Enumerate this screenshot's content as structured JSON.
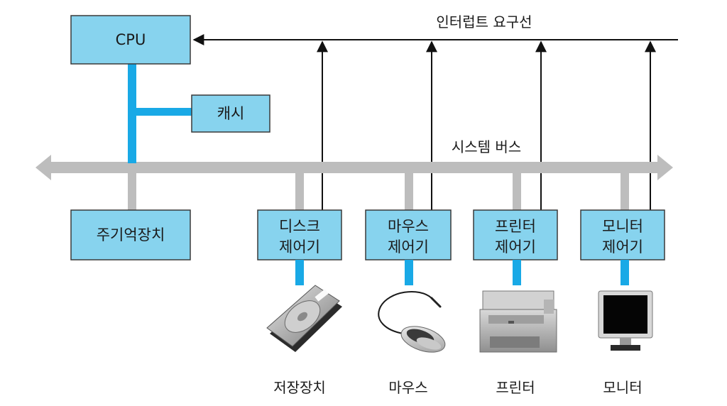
{
  "interrupt_line_label": "인터럽트 요구선",
  "system_bus_label": "시스템 버스",
  "cpu": {
    "label": "CPU"
  },
  "cache": {
    "label": "캐시"
  },
  "main_memory": {
    "label": "주기억장치"
  },
  "controllers": [
    {
      "id": "disk",
      "line1": "디스크",
      "line2": "제어기",
      "device_label": "저장장치",
      "device_icon": "hard-disk-icon"
    },
    {
      "id": "mouse",
      "line1": "마우스",
      "line2": "제어기",
      "device_label": "마우스",
      "device_icon": "mouse-icon"
    },
    {
      "id": "printer",
      "line1": "프린터",
      "line2": "제어기",
      "device_label": "프린터",
      "device_icon": "printer-icon"
    },
    {
      "id": "monitor",
      "line1": "모니터",
      "line2": "제어기",
      "device_label": "모니터",
      "device_icon": "monitor-icon"
    }
  ],
  "colors": {
    "box_fill": "#87d3ee",
    "box_stroke": "#3a3a3a",
    "bus": "#bdbdbd",
    "cpu_link": "#19a9e6",
    "line": "#111111"
  }
}
